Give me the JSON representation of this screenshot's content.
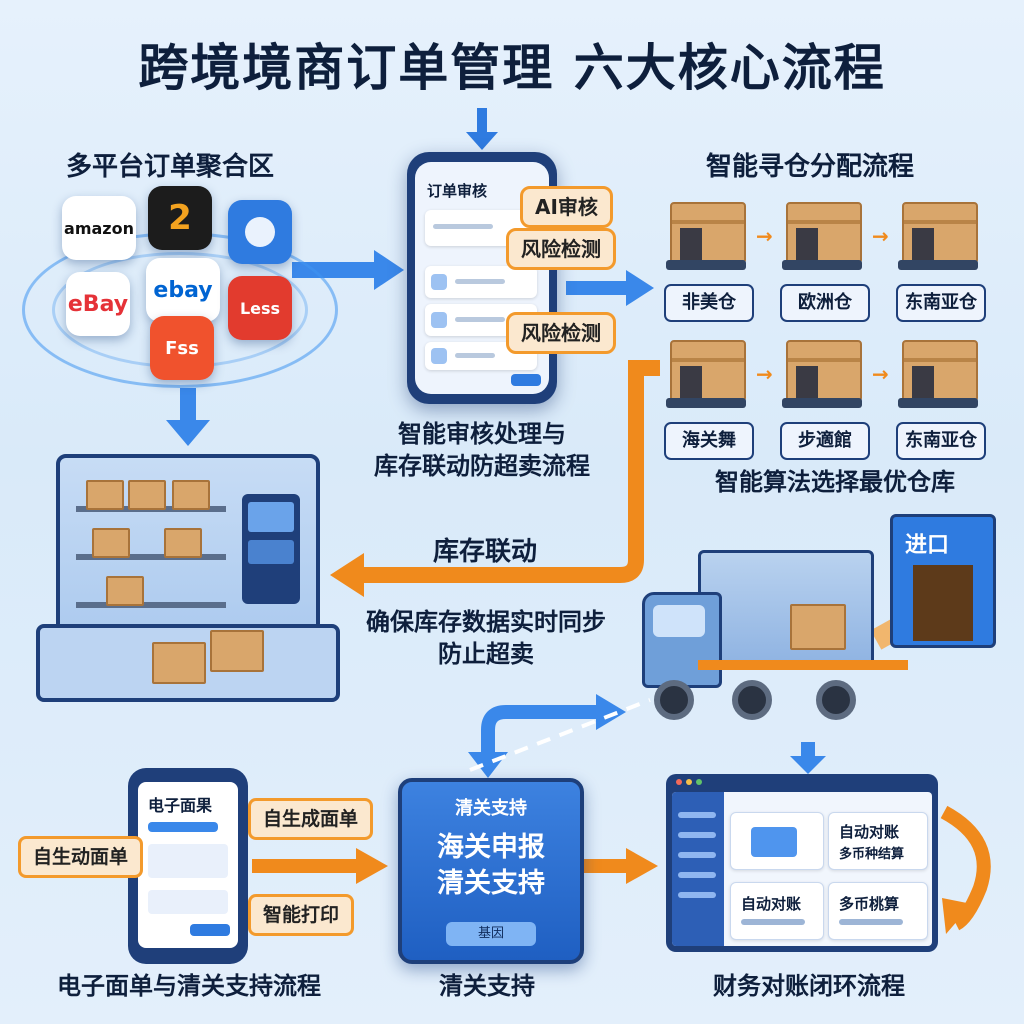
{
  "title": "跨境境商订单管理 六大核心流程",
  "aggregation": {
    "label": "多平台订单聚合区",
    "platforms": [
      "amazon",
      "2",
      "eBay",
      "ebay",
      "Less",
      "Fss"
    ]
  },
  "review": {
    "phone_title": "订单审核",
    "badges": [
      "AI审核",
      "风险检测",
      "风险检测"
    ],
    "caption_lines": [
      "智能审核处理与",
      "库存联动防超卖流程"
    ]
  },
  "allocation": {
    "label": "智能寻仓分配流程",
    "warehouses_row1": [
      "非美仓",
      "欧洲仓",
      "东南亚仓"
    ],
    "warehouses_row2": [
      "海关舞",
      "步適館",
      "东南亚仓"
    ],
    "caption": "智能算法选择最优仓库"
  },
  "inventory": {
    "label": "库存联动",
    "caption_lines": [
      "确保库存数据实时同步",
      "防止超卖"
    ]
  },
  "logistics": {
    "gate_label": "进口"
  },
  "waybill": {
    "phone_title": "电子面果",
    "left_pill": "自生动面单",
    "right_pills": [
      "自生成面单",
      "智能打印"
    ],
    "caption": "电子面单与清关支持流程"
  },
  "customs": {
    "header": "清关支持",
    "main_lines": [
      "海关申报",
      "清关支持"
    ],
    "button": "基因",
    "caption": "清关支持"
  },
  "finance": {
    "cards": [
      "自动对账",
      "多币种结算",
      "自动对账",
      "多币桃算"
    ],
    "caption": "财务对账闭环流程"
  },
  "colors": {
    "primary_blue": "#2f7be0",
    "accent_orange": "#f08a1c",
    "navy": "#1e3f7a"
  }
}
